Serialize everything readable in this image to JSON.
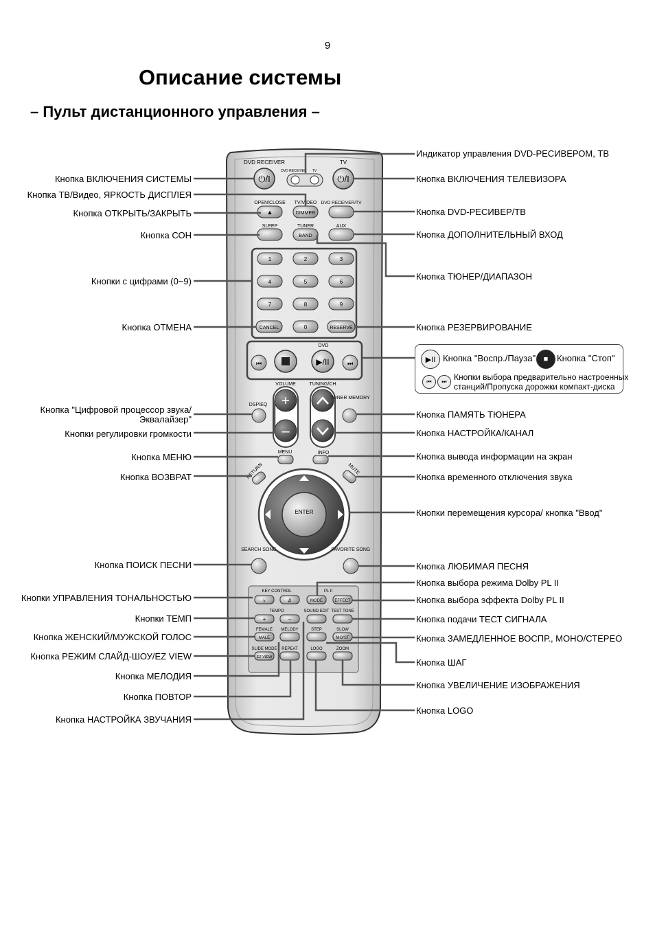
{
  "page_number": "9",
  "title": "Описание системы",
  "subtitle": "– Пульт дистанционного управления –",
  "remote": {
    "dvd_receiver": "DVD RECEIVER",
    "tv": "TV",
    "indicator_dvd": "DVD RECEIVER",
    "indicator_tv": "TV",
    "open_close": "OPEN/CLOSE",
    "tv_video": "TV/VIDEO",
    "dimmer": "DIMMER",
    "dvd_receiver_tv": "DVD RECEIVER/TV",
    "sleep": "SLEEP",
    "tuner": "TUNER",
    "band": "BAND",
    "aux": "AUX",
    "digits": [
      "1",
      "2",
      "3",
      "4",
      "5",
      "6",
      "7",
      "8",
      "9"
    ],
    "cancel": "CANCEL",
    "zero": "0",
    "reserve": "RESERVE",
    "dvd": "DVD",
    "volume": "VOLUME",
    "tuning_ch": "TUNING/CH",
    "dsp_eq": "DSP/EQ",
    "tuner_memory": "TUNER MEMORY",
    "menu": "MENU",
    "info": "INFO",
    "return": "RETURN",
    "mute": "MUTE",
    "enter": "ENTER",
    "search_song": "SEARCH SONG",
    "favorite_song": "FAVORITE SONG",
    "key_control": "KEY CONTROL",
    "pl2": "PL II",
    "mode": "MODE",
    "effect": "EFFECT",
    "tempo": "TEMPO",
    "sound_edit": "SOUND EDIT",
    "test_tone": "TEST TONE",
    "female": "FEMALE",
    "male": "MALE",
    "melody": "MELODY",
    "step": "STEP",
    "slow": "SLOW",
    "mo_st": "MO/ST",
    "slide_mode": "SLIDE MODE",
    "ez_view": "EZ VIEW",
    "repeat": "REPEAT",
    "logo": "LOGO",
    "zoom": "ZOOM"
  },
  "labels_left": [
    "Кнопка ВКЛЮЧЕНИЯ СИСТЕМЫ",
    "Кнопка ТВ/Видео, ЯРКОСТЬ ДИСПЛЕЯ",
    "Кнопка ОТКРЫТЬ/ЗАКРЫТЬ",
    "Кнопка СОН",
    "Кнопки с цифрами (0~9)",
    "Кнопка ОТМЕНА",
    "Кнопка \"Цифровой процессор звука/",
    "Эквалайзер\"",
    "Кнопки регулировки громкости",
    "Кнопка МЕНЮ",
    "Кнопка ВОЗВРАТ",
    "Кнопка ПОИСК ПЕСНИ",
    "Кнопки УПРАВЛЕНИЯ ТОНАЛЬНОСТЬЮ",
    "Кнопки ТЕМП",
    "Кнопка ЖЕНСКИЙ/МУЖСКОЙ ГОЛОС",
    "Кнопка РЕЖИМ СЛАЙД-ШОУ/EZ VIEW",
    "Кнопка МЕЛОДИЯ",
    "Кнопка ПОВТОР",
    "Кнопка НАСТРОЙКА ЗВУЧАНИЯ"
  ],
  "labels_right": [
    "Индикатор управления DVD-РЕСИВЕРОМ, ТВ",
    "Кнопка ВКЛЮЧЕНИЯ ТЕЛЕВИЗОРА",
    "Кнопка DVD-РЕСИВЕР/ТВ",
    "Кнопка ДОПОЛНИТЕЛЬНЫЙ ВХОД",
    "Кнопка ТЮНЕР/ДИАПАЗОН",
    "Кнопка РЕЗЕРВИРОВАНИЕ",
    "Кнопка ПАМЯТЬ ТЮНЕРА",
    "Кнопка НАСТРОЙКА/КАНАЛ",
    "Кнопка вывода информации на экран",
    "Кнопка временного отключения звука",
    "Кнопки перемещения курсора/ кнопка \"Ввод\"",
    "Кнопка ЛЮБИМАЯ ПЕСНЯ",
    "Кнопка выбора режима Dolby PL II",
    "Кнопка выбора эффекта Dolby PL II",
    "Кнопка подачи ТЕСТ СИГНАЛА",
    "Кнопка ЗАМЕДЛЕННОЕ ВОСПР., МОНО/СТЕРЕО",
    "Кнопка ШАГ",
    "Кнопка УВЕЛИЧЕНИЕ ИЗОБРАЖЕНИЯ",
    "Кнопка LOGO"
  ],
  "legend": {
    "play_pause": "Кнопка \"Воспр./Пауза\"",
    "stop": "Кнопка \"Стоп\"",
    "skip_line1": "Кнопки выбора предварительно настроенных",
    "skip_line2": "станций/Пропуска дорожки компакт-диска",
    "icon_play_pause": "play-pause-icon",
    "icon_stop": "stop-icon",
    "icon_prev": "skip-back-icon",
    "icon_next": "skip-forward-icon"
  }
}
